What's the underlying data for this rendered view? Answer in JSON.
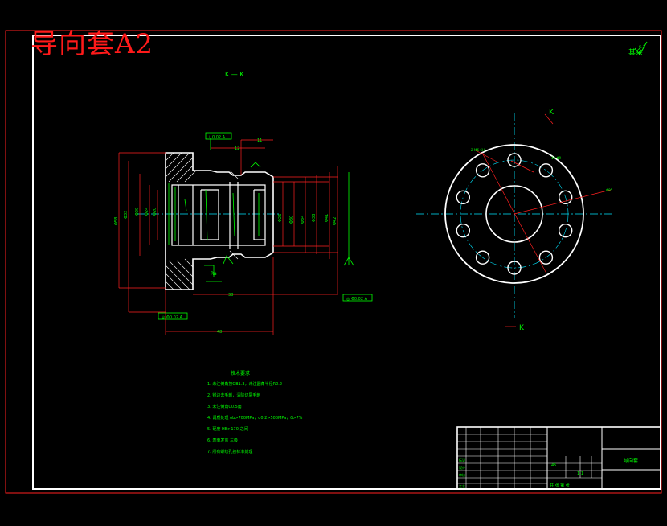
{
  "drawing": {
    "title_mark": "导向套A2",
    "roughness_note": "其余",
    "section_label": "K — K",
    "view_marks": {
      "top": "K",
      "bottom": "K"
    },
    "hole_pattern": {
      "hole_count": 10,
      "outer_ring_color": "#ffffff",
      "hole_color": "#ffffff",
      "centerline_color": "#00e5ff",
      "dimension_color": "#ff2020"
    }
  },
  "tech_requirements": {
    "heading": "技术要求",
    "items": [
      "1. 未注倒角按GB1.3，未注圆角半径R0.2",
      "2. 锐边去毛刺，清除切屑毛刺",
      "3. 未注倒角C0.5角",
      "4. 调质处理 σb>700MPa，σ0.2>500MPa，δ>7%",
      "5. 硬度 HB>170 之间",
      "6. 表面发蓝 三级",
      "7. 所有螺纹孔按标准处理"
    ]
  },
  "title_block": {
    "part_name": "导向套",
    "scale": "1:1",
    "rows": [
      "标记",
      "设计",
      "审核",
      "工艺"
    ],
    "material": "45",
    "sheet": "共 张 第 张"
  },
  "colors": {
    "background": "#000000",
    "border": "#ffffff",
    "outer_frame": "#ff2020",
    "annotation": "#00ff00",
    "dimension": "#ff2020",
    "geometry": "#ffffff",
    "centerline": "#00e5ff"
  }
}
